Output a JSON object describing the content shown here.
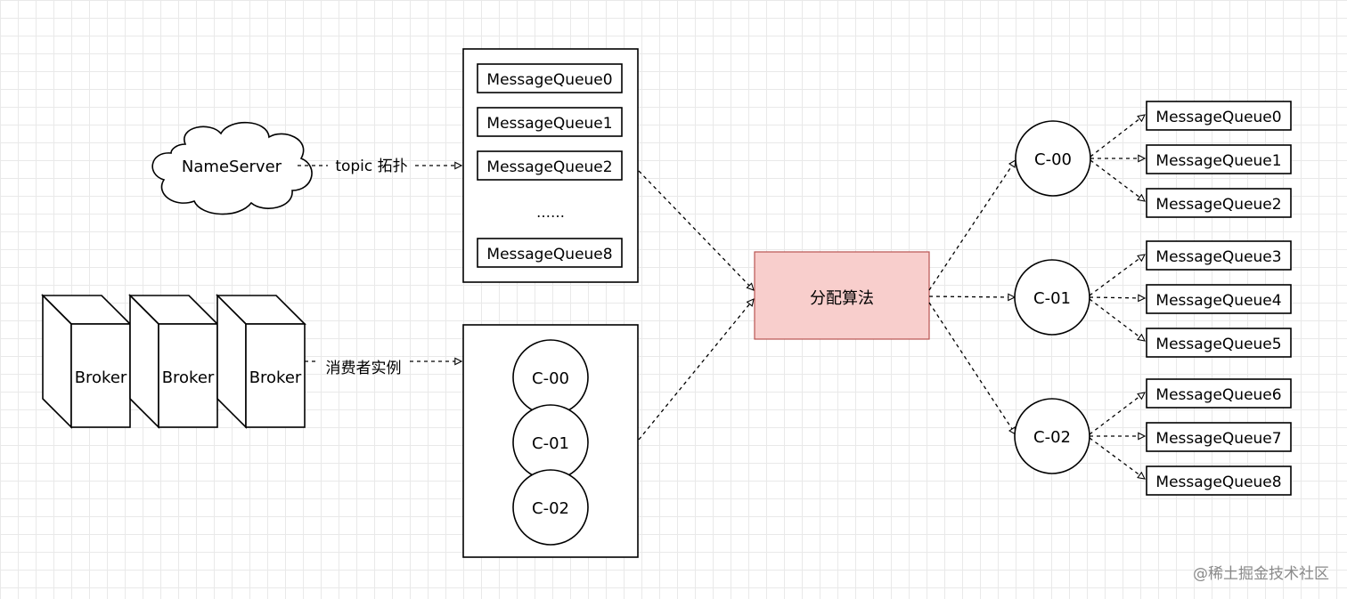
{
  "nameserver": {
    "label": "NameServer"
  },
  "brokers": [
    "Broker",
    "Broker",
    "Broker"
  ],
  "edges": {
    "topic_label": "topic 拓扑",
    "consumer_label": "消费者实例"
  },
  "left_queues": {
    "items": [
      "MessageQueue0",
      "MessageQueue1",
      "MessageQueue2",
      "MessageQueue8"
    ],
    "ellipsis": "……"
  },
  "left_consumers": [
    "C-00",
    "C-01",
    "C-02"
  ],
  "algorithm": {
    "label": "分配算法",
    "fill": "#f8cecc",
    "stroke": "#b85450"
  },
  "groups": [
    {
      "consumer": "C-00",
      "queues": [
        "MessageQueue0",
        "MessageQueue1",
        "MessageQueue2"
      ]
    },
    {
      "consumer": "C-01",
      "queues": [
        "MessageQueue3",
        "MessageQueue4",
        "MessageQueue5"
      ]
    },
    {
      "consumer": "C-02",
      "queues": [
        "MessageQueue6",
        "MessageQueue7",
        "MessageQueue8"
      ]
    }
  ],
  "watermark": "@稀土掘金技术社区"
}
